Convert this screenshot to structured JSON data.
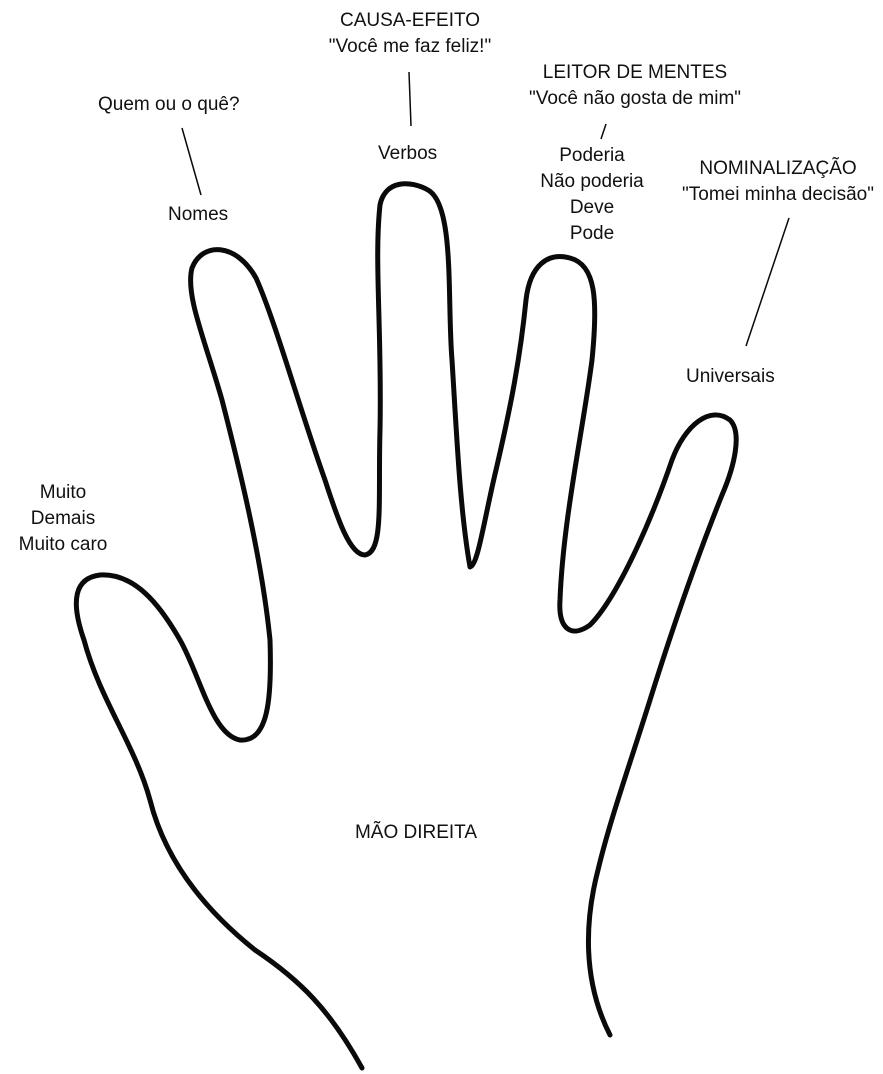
{
  "title": "MÃO DIREITA",
  "colors": {
    "outline": "#0a0a0a",
    "text": "#111111",
    "background": "#ffffff"
  },
  "fingers": {
    "pinky": {
      "items": [
        "Muito",
        "Demais",
        "Muito caro"
      ]
    },
    "ring": {
      "prompt": "Quem ou o quê?",
      "label": "Nomes"
    },
    "middle": {
      "heading": "CAUSA-EFEITO",
      "example": "\"Você me faz feliz!\"",
      "label": "Verbos"
    },
    "index": {
      "heading": "LEITOR DE MENTES",
      "example": "\"Você não gosta de mim\"",
      "items": [
        "Poderia",
        "Não poderia",
        "Deve",
        "Pode"
      ]
    },
    "thumb": {
      "heading": "NOMINALIZAÇÃO",
      "example": "\"Tomei minha decisão\"",
      "label": "Universais"
    }
  }
}
